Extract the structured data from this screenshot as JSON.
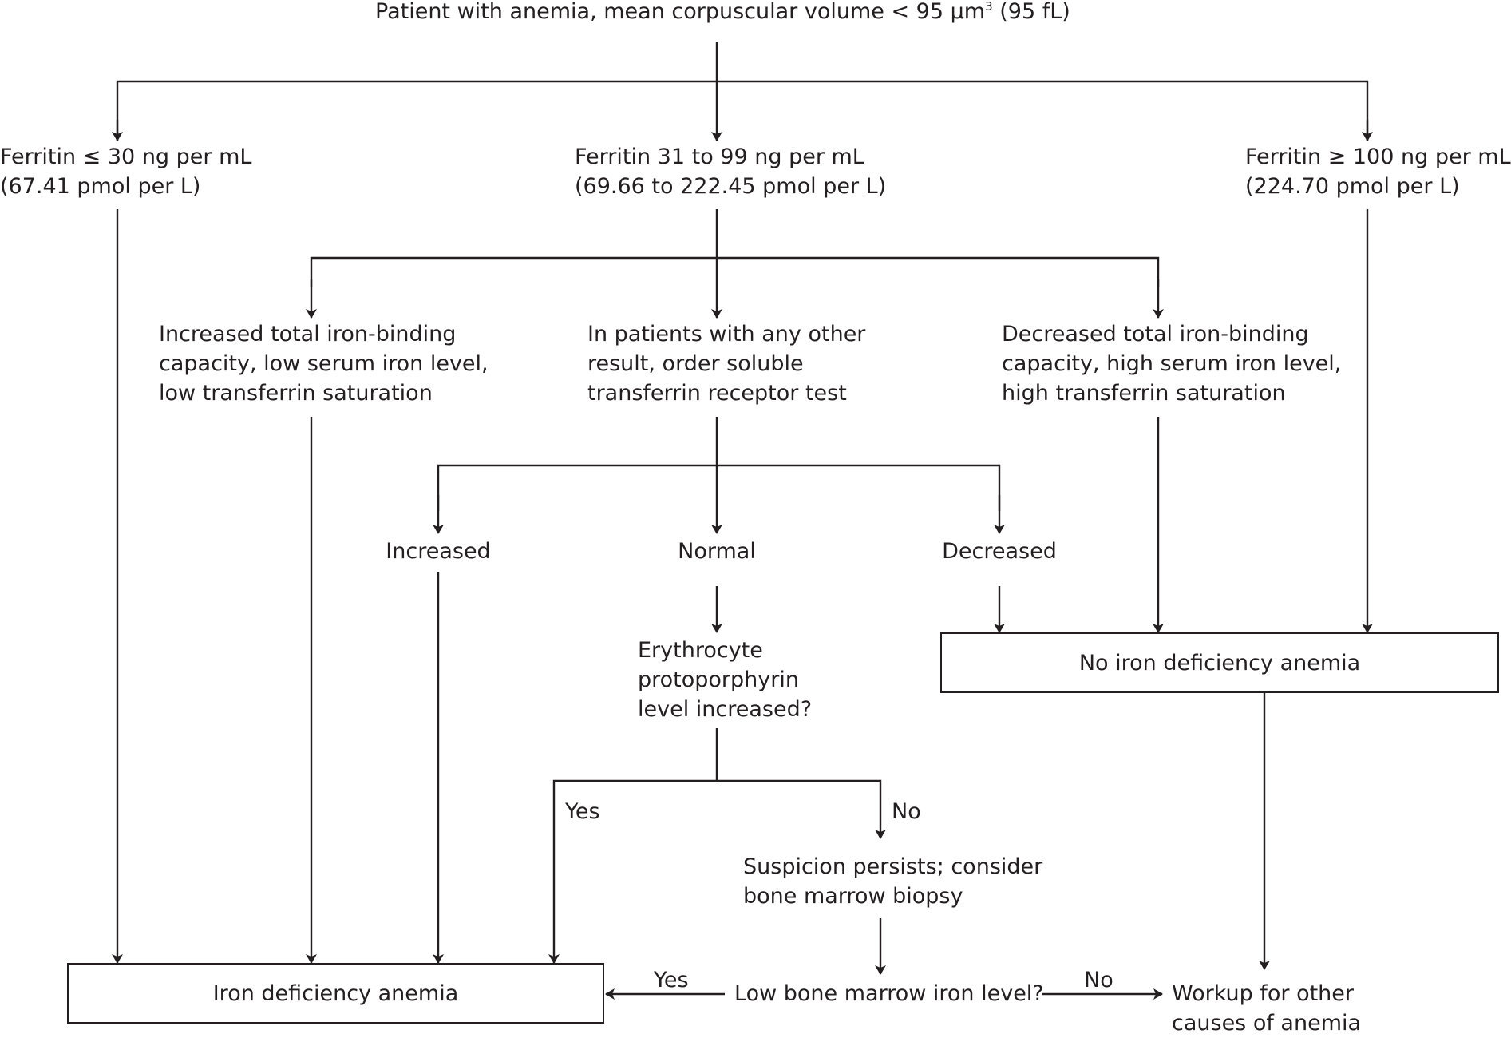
{
  "diagram": {
    "root": {
      "line1_pre": "Patient with anemia, mean corpuscular volume < 95 µm",
      "line1_sup": "3",
      "line1_post": " (95 fL)"
    },
    "ferritin_low": [
      "Ferritin ≤ 30 ng per mL",
      "(67.41 pmol per L)"
    ],
    "ferritin_mid": [
      "Ferritin 31 to 99 ng per mL",
      "(69.66 to 222.45 pmol per L)"
    ],
    "ferritin_high": [
      "Ferritin ≥ 100 ng per mL",
      "(224.70 pmol per L)"
    ],
    "increased_tibc": [
      "Increased total iron-binding",
      "capacity, low serum iron level,",
      "low transferrin saturation"
    ],
    "other_result": [
      "In patients with any other",
      "result, order soluble",
      "transferrin receptor test"
    ],
    "decreased_tibc": [
      "Decreased total iron-binding",
      "capacity, high serum iron level,",
      "high transferrin saturation"
    ],
    "str_increased": "Increased",
    "str_normal": "Normal",
    "str_decreased": "Decreased",
    "ep_question": [
      "Erythrocyte",
      "protoporphyrin",
      "level increased?"
    ],
    "no_ida": "No iron deficiency anemia",
    "yes_label": "Yes",
    "no_label": "No",
    "suspicion": [
      "Suspicion persists; consider",
      "bone marrow biopsy"
    ],
    "ida": "Iron deficiency anemia",
    "bm_question": "Low bone marrow iron level?",
    "bm_yes": "Yes",
    "bm_no": "No",
    "workup": [
      "Workup for other",
      "causes of anemia"
    ]
  }
}
